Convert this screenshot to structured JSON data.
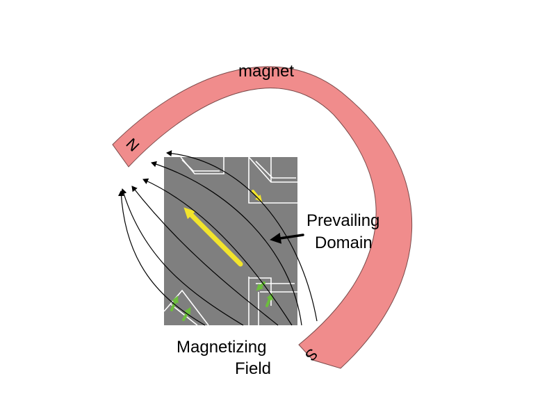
{
  "diagram": {
    "magnet_label": "magnet",
    "north_pole_label": "N",
    "south_pole_label": "S",
    "domain_label_line1": "Prevailing",
    "domain_label_line2": "Domain",
    "field_label_line1": "Magnetizing",
    "field_label_line2": "Field"
  },
  "colors": {
    "magnet": "#f08c8c",
    "magnet_outline": "#7a4a4a",
    "material": "#7f7f7f",
    "domain_wall": "#ffffff",
    "prevailing_domain_arrow": "#f2e42c",
    "minor_domain_arrow_yellow": "#f2e42c",
    "minor_domain_arrow_green": "#6cbe3c",
    "field_line": "#000000",
    "pointer_arrow": "#000000"
  },
  "icons": {
    "prevailing_arrow": "long-yellow-arrow",
    "pointer": "black-pointer-arrow",
    "minor_domain": "small-domain-arrow"
  }
}
